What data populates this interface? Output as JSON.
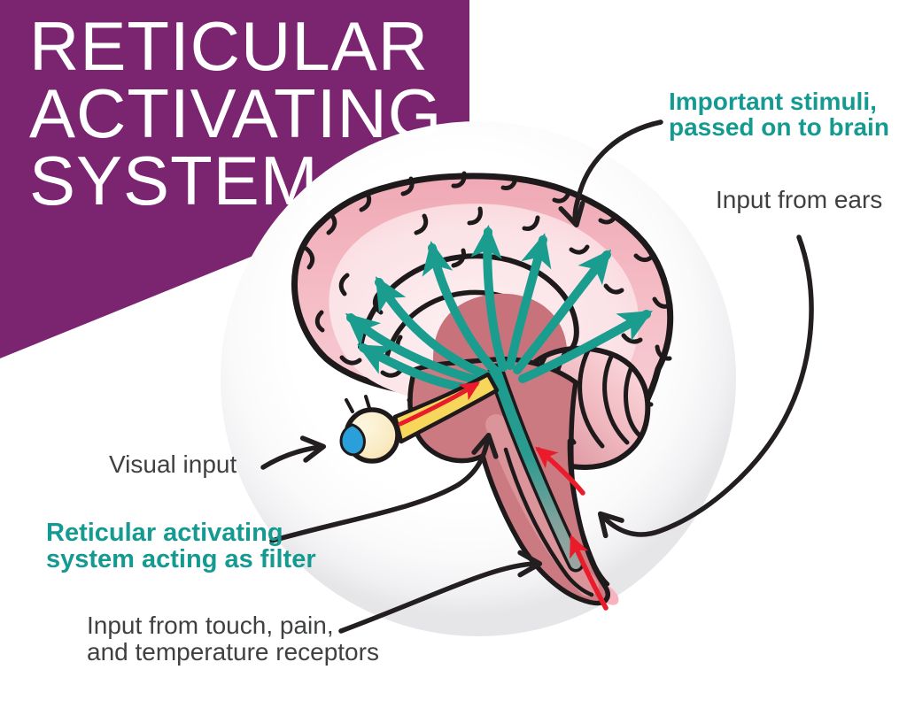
{
  "banner": {
    "title": "RETICULAR\nACTIVATING\nSYSTEM",
    "background_color": "#7B2571",
    "text_color": "#FFFFFF"
  },
  "labels": {
    "important_stimuli": {
      "text": "Important stimuli,\npassed on to brain",
      "color": "#149A90",
      "emphasis": "bold-teal"
    },
    "input_ears": {
      "text": "Input from ears",
      "color": "#3F4041",
      "emphasis": "regular-gray"
    },
    "visual_input": {
      "text": "Visual input",
      "color": "#3F4041",
      "emphasis": "regular-gray"
    },
    "ras_filter": {
      "text": "Reticular activating\nsystem acting as filter",
      "color": "#149A90",
      "emphasis": "bold-teal"
    },
    "input_touch": {
      "text": "Input from touch, pain,\nand temperature receptors",
      "color": "#3F4041",
      "emphasis": "regular-gray"
    }
  },
  "illustration": {
    "parts": [
      "brain-cerebrum",
      "brain-cerebellum",
      "thalamus-midbrain",
      "brainstem-spinal-cord",
      "ras-pathway-band",
      "eye",
      "optic-nerve"
    ],
    "arrow_meaning": {
      "teal_arrows": "important stimuli fanned from RAS up into the cortex (8 arrows)",
      "red_arrows": "sensory input ascending spinal cord and optic nerve (3 arrows)",
      "black_arrows": "annotation pointers from each label (5 arrows)"
    },
    "colors": {
      "teal_arrow": "#1A9D8F",
      "red_arrow": "#EA1C2C",
      "black_line": "#231F20",
      "cortex_pink": "#F5BDC6",
      "cortex_inner_pink": "#FBE4E7",
      "rose_brainstem": "#C8737B",
      "nerve_yellow": "#F6D75B",
      "eye_cream": "#FAEDCB",
      "pupil_blue": "#2B9FDA",
      "circle_rim_gray": "#E8E8EA"
    }
  }
}
